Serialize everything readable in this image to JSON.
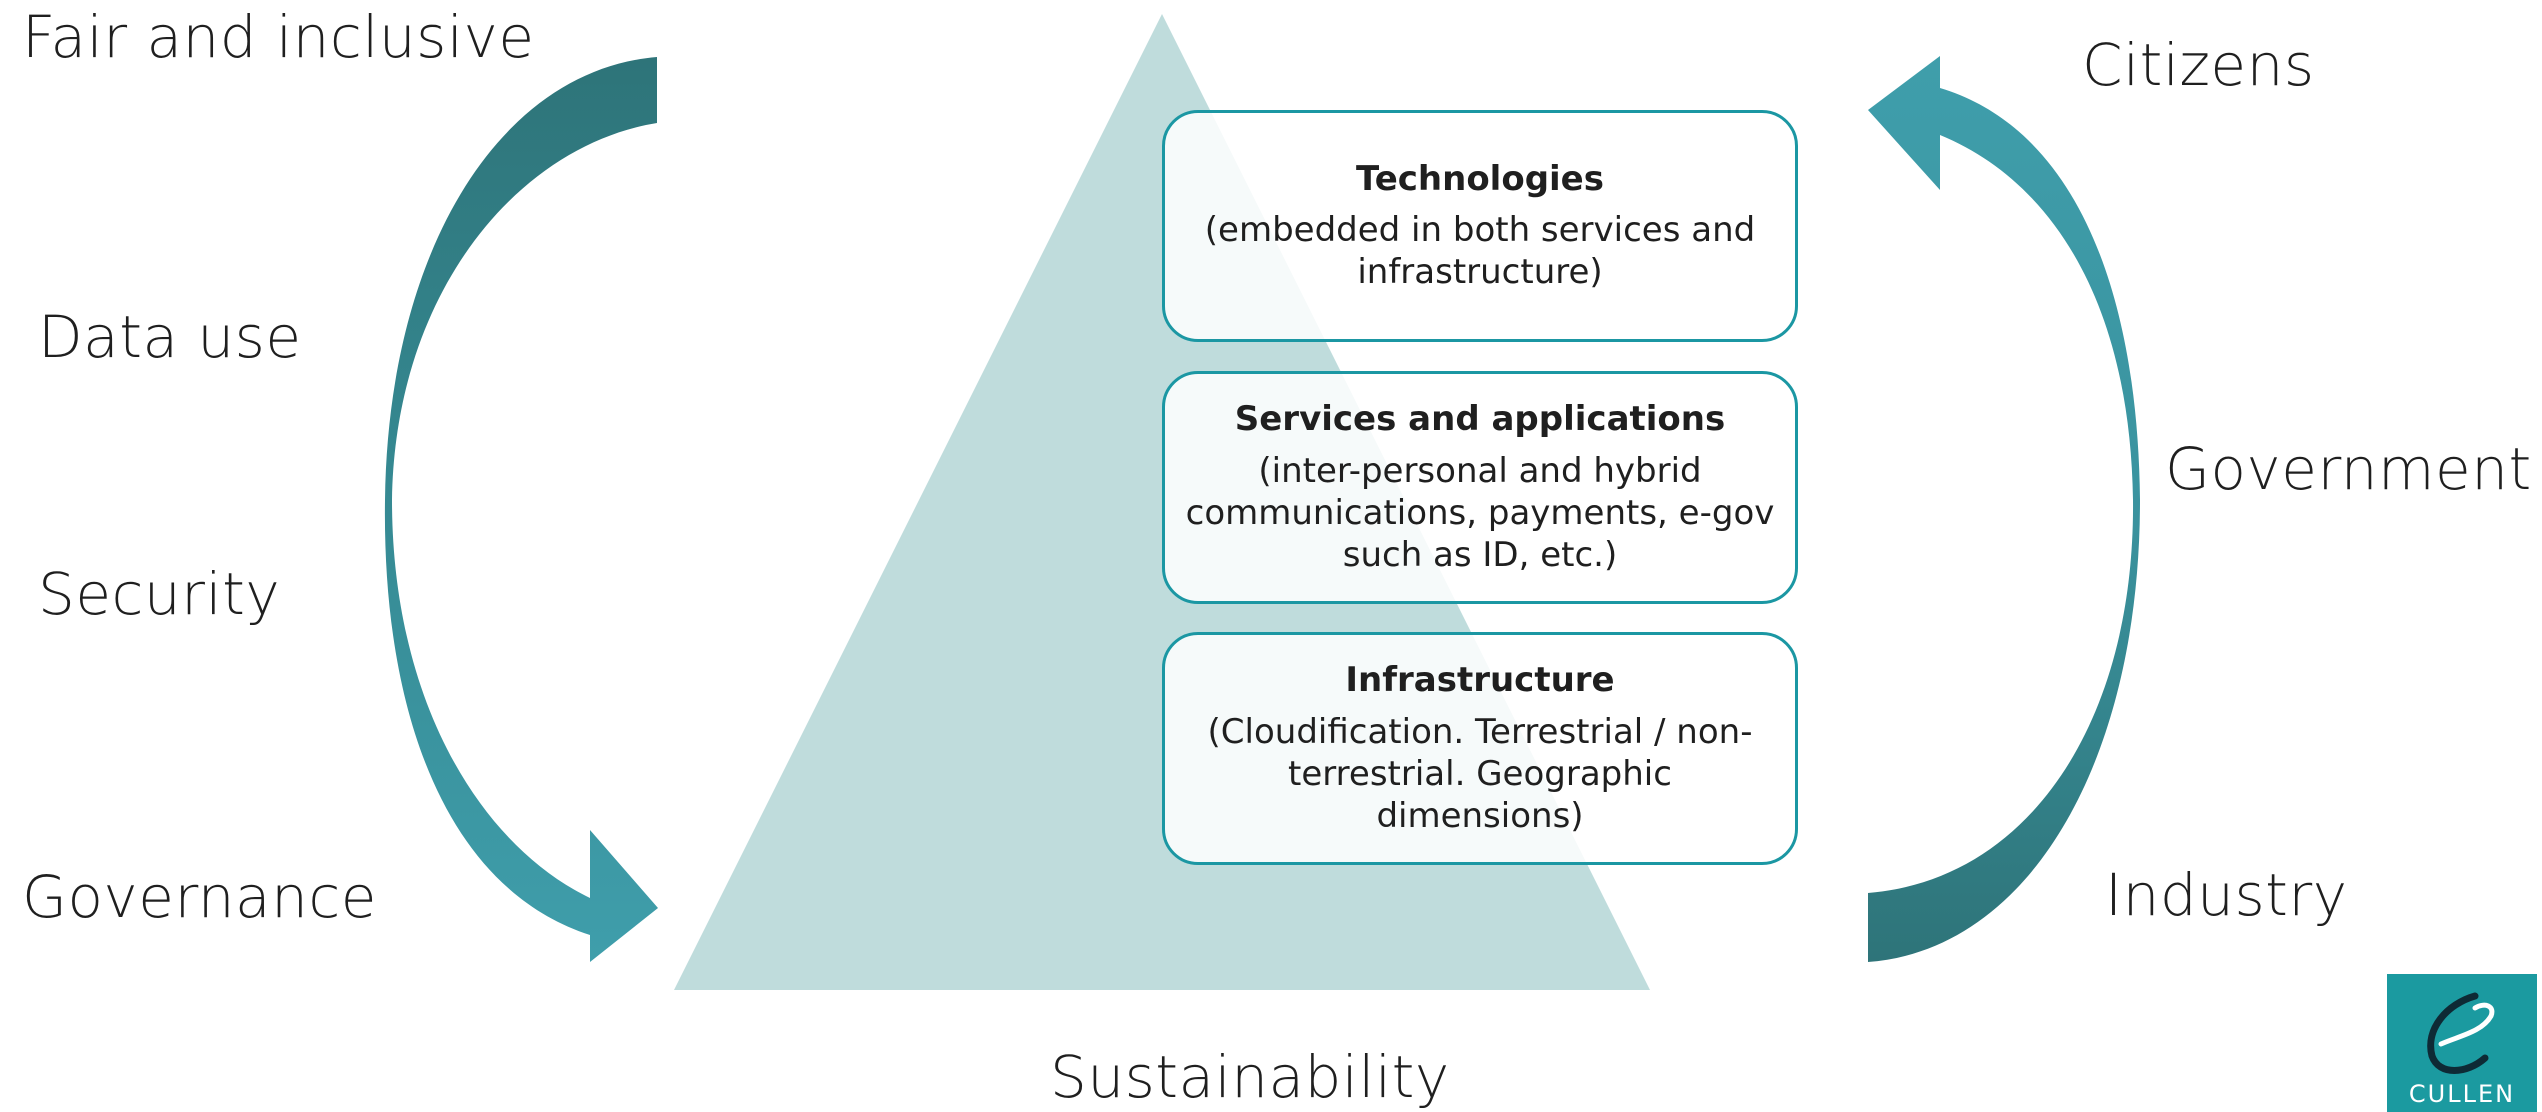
{
  "left_labels": [
    "Fair and inclusive",
    "Data use",
    "Security",
    "Governance"
  ],
  "right_labels": [
    "Citizens",
    "Government",
    "Industry"
  ],
  "bottom_label": "Sustainability",
  "layers": [
    {
      "title": "Technologies",
      "description": "(embedded in both services and infrastructure)"
    },
    {
      "title": "Services and applications",
      "description": "(inter-personal and hybrid communications, payments, e-gov such as ID, etc.)"
    },
    {
      "title": "Infrastructure",
      "description": "(Cloudification. Terrestrial / non-terrestrial. Geographic dimensions)"
    }
  ],
  "logo": {
    "text": "CULLEN"
  },
  "colors": {
    "triangle": "#bfdcdc",
    "arrow_light": "#3f9eab",
    "arrow_dark": "#2e7479",
    "box_border": "#1b97a3",
    "logo_bg": "#1b9aa0"
  }
}
